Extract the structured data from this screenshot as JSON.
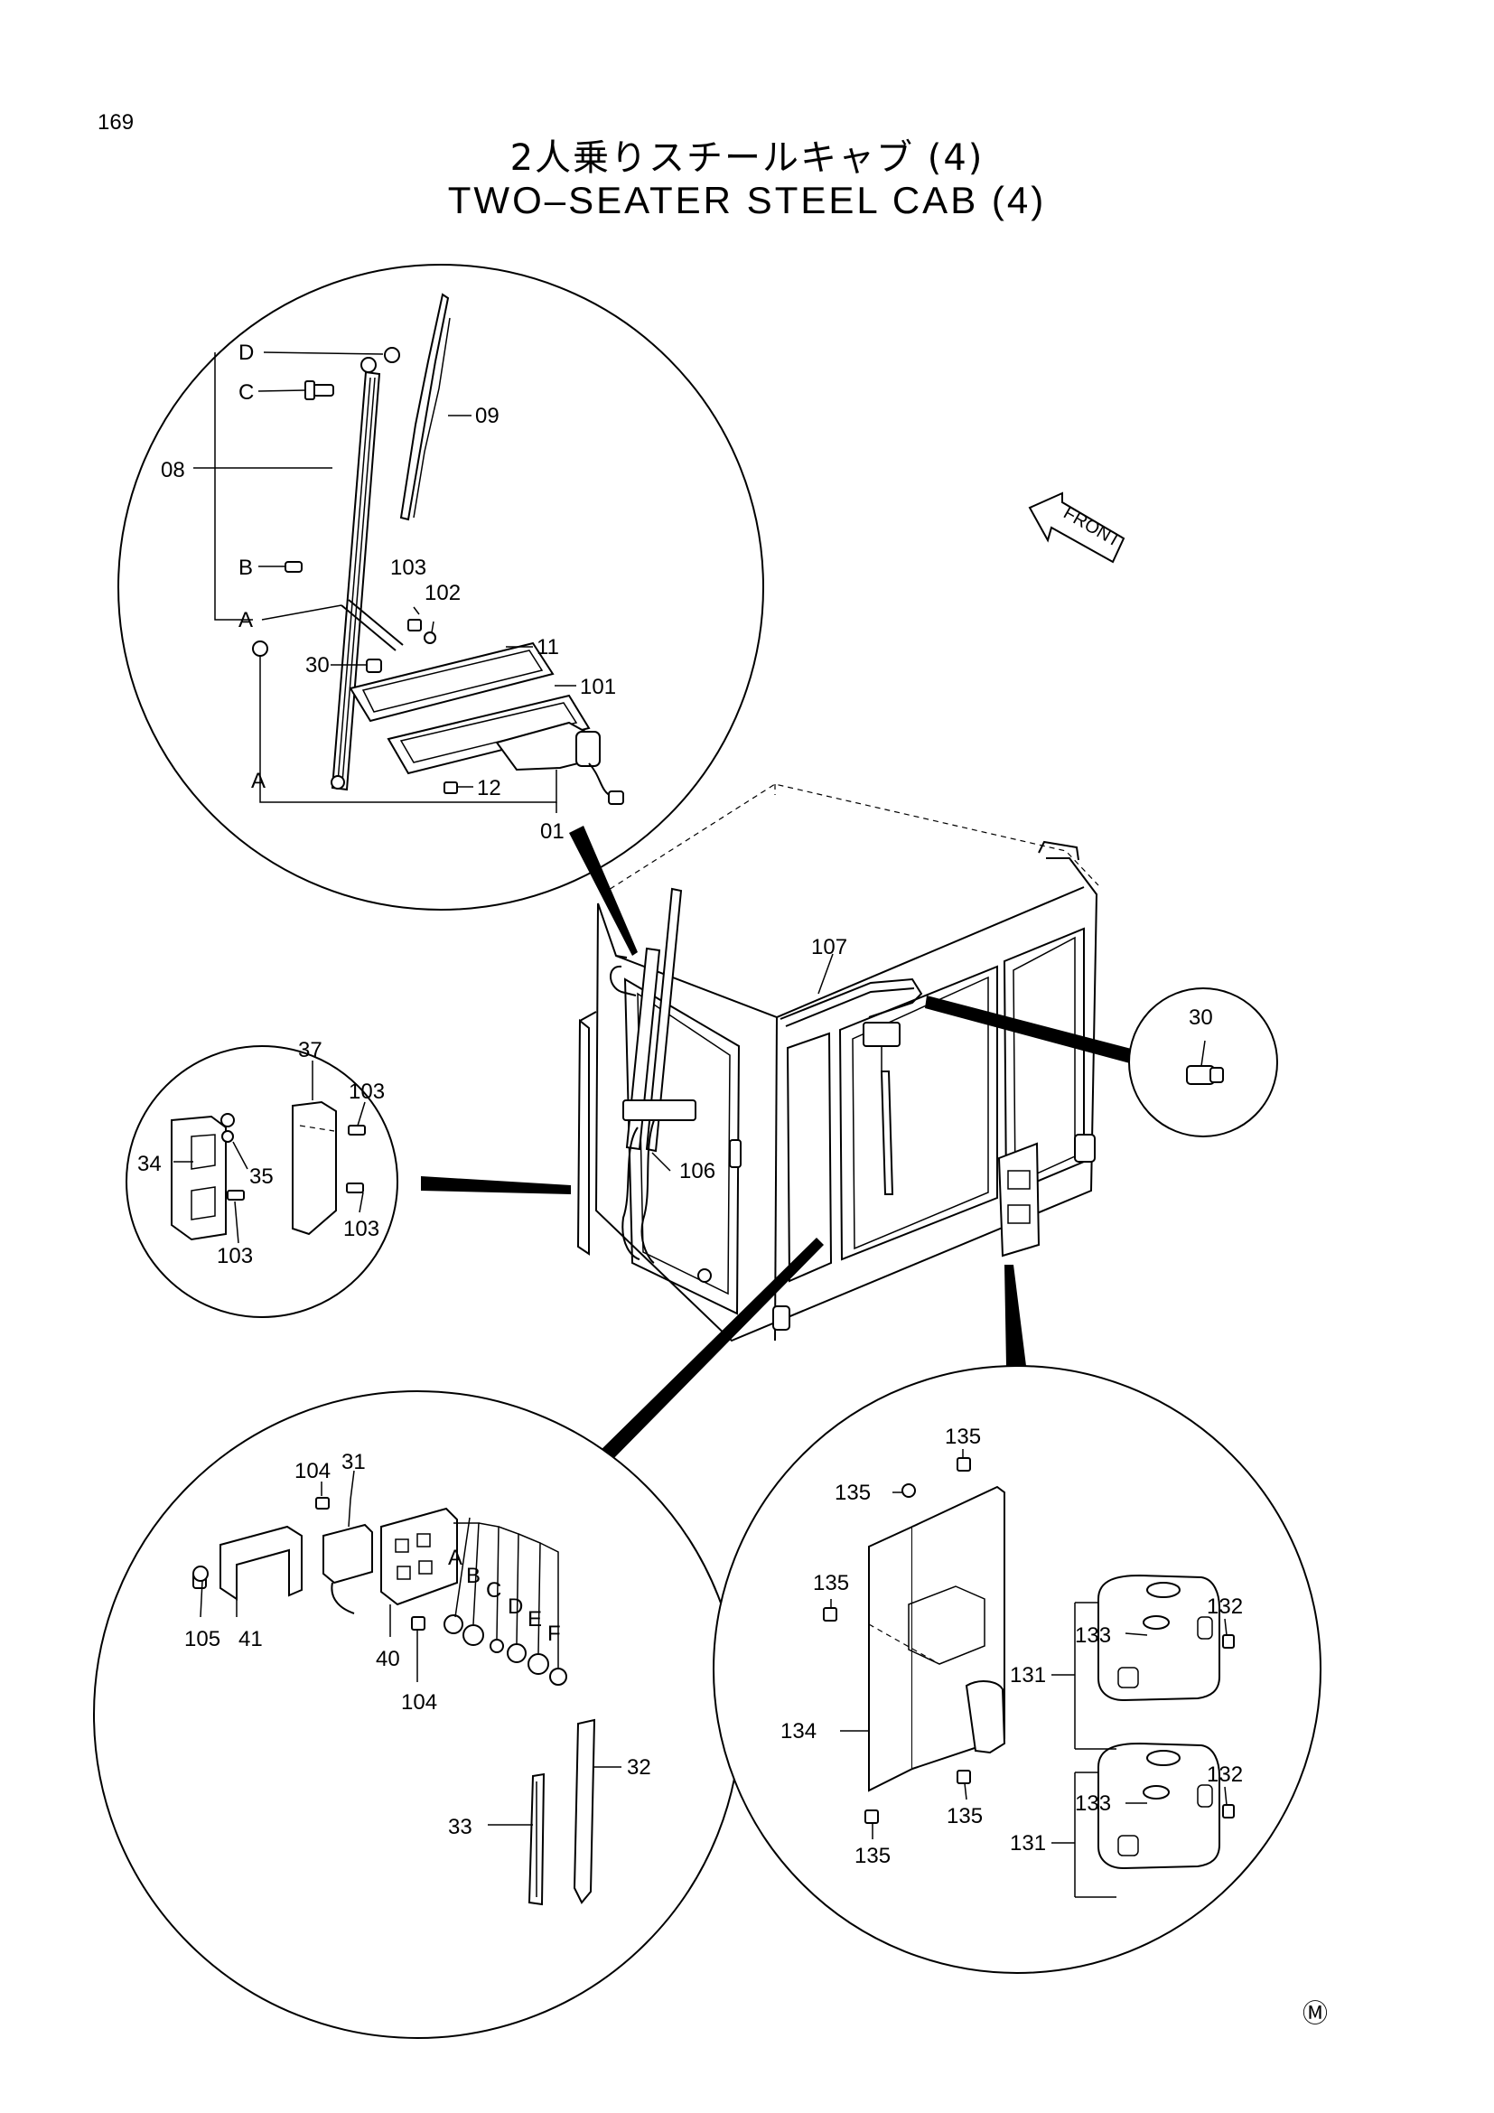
{
  "page": {
    "number": "169",
    "title_jp": "2人乗りスチールキャブ (4)",
    "title_en": "TWO–SEATER STEEL CAB (4)",
    "front_label": "FRONT",
    "mark": "Ⓜ"
  },
  "callouts": {
    "top_circle": [
      "D",
      "C",
      "08",
      "09",
      "B",
      "A",
      "103",
      "102",
      "11",
      "30",
      "101",
      "12",
      "A",
      "01"
    ],
    "cab": [
      "107",
      "106"
    ],
    "right_small_circle": [
      "30"
    ],
    "left_circle": [
      "37",
      "103",
      "34",
      "35",
      "103",
      "103"
    ],
    "bottom_left_circle": [
      "104",
      "31",
      "A",
      "B",
      "C",
      "D",
      "E",
      "F",
      "105",
      "41",
      "40",
      "104",
      "32",
      "33"
    ],
    "bottom_right_circle": [
      "135",
      "135",
      "135",
      "133",
      "132",
      "131",
      "134",
      "135",
      "135",
      "133",
      "132",
      "131"
    ]
  }
}
